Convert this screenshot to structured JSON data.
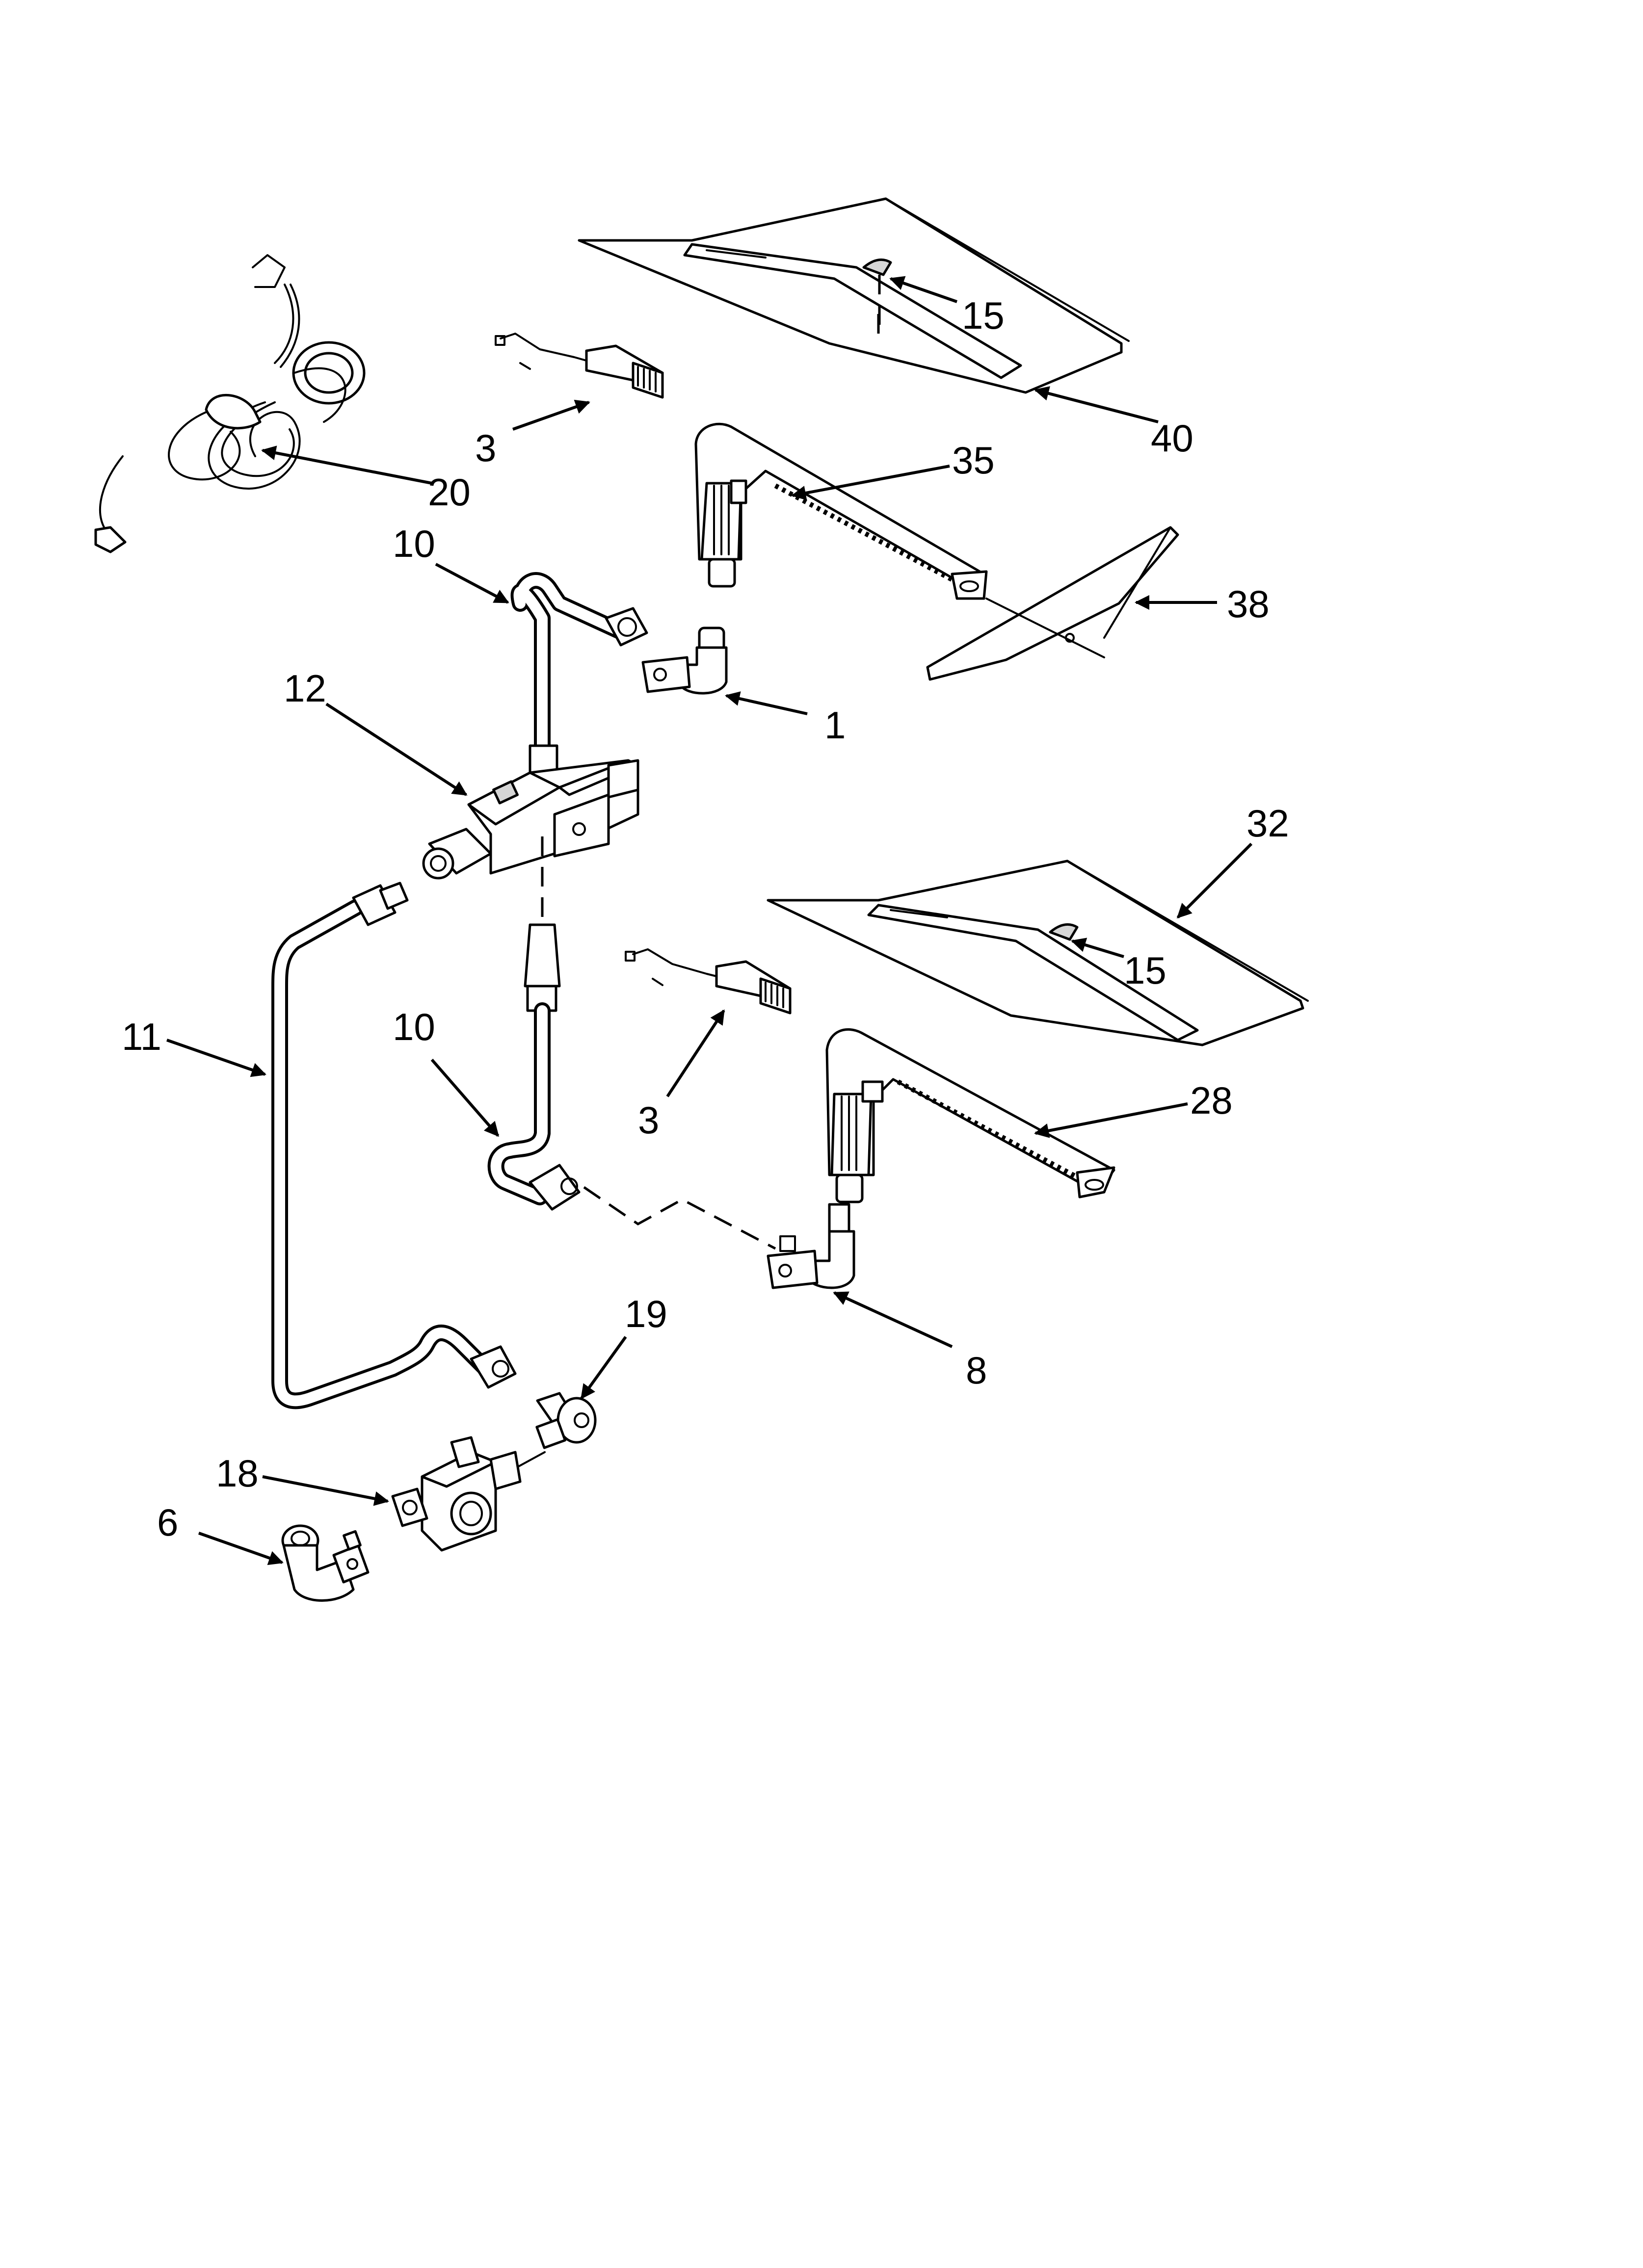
{
  "callouts": [
    {
      "id": "c15a",
      "text": "15"
    },
    {
      "id": "c40",
      "text": "40"
    },
    {
      "id": "c3a",
      "text": "3"
    },
    {
      "id": "c20",
      "text": "20"
    },
    {
      "id": "c35",
      "text": "35"
    },
    {
      "id": "c10a",
      "text": "10"
    },
    {
      "id": "c38",
      "text": "38"
    },
    {
      "id": "c12",
      "text": "12"
    },
    {
      "id": "c1",
      "text": "1"
    },
    {
      "id": "c32",
      "text": "32"
    },
    {
      "id": "c15b",
      "text": "15"
    },
    {
      "id": "c11",
      "text": "11"
    },
    {
      "id": "c10b",
      "text": "10"
    },
    {
      "id": "c3b",
      "text": "3"
    },
    {
      "id": "c28",
      "text": "28"
    },
    {
      "id": "c8",
      "text": "8"
    },
    {
      "id": "c19",
      "text": "19"
    },
    {
      "id": "c18",
      "text": "18"
    },
    {
      "id": "c6",
      "text": "6"
    }
  ]
}
